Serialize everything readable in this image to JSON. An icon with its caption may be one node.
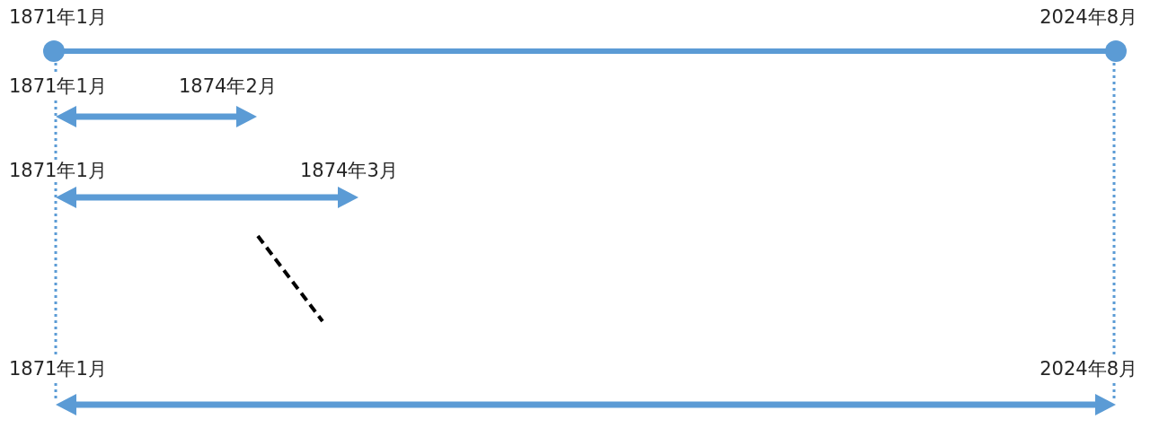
{
  "diagram": {
    "labels": [
      "1871年1月",
      "2024年8月",
      "1871年1月",
      "1874年2月",
      "1871年1月",
      "1874年3月",
      "1871年1月",
      "2024年8月"
    ]
  }
}
